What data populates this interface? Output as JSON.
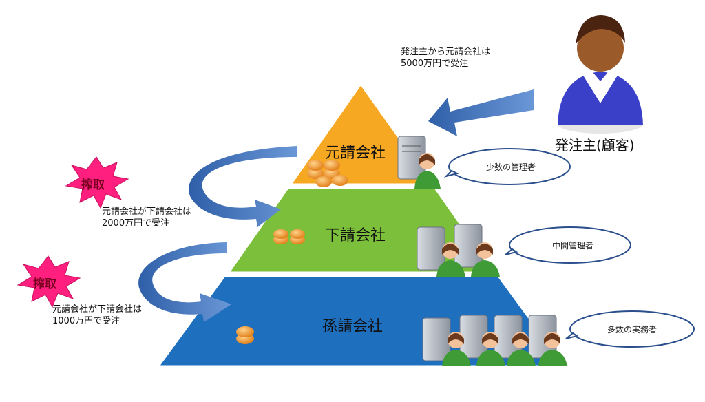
{
  "tiers": {
    "top": "元請会社",
    "middle": "下請会社",
    "bottom": "孫請会社"
  },
  "client": {
    "label": "発注主(顧客)",
    "order_note_line1": "発注主から元請会社は",
    "order_note_line2": "5000万円で受注"
  },
  "arrow_notes": {
    "to_middle_line1": "元請会社が下請会社は",
    "to_middle_line2": "2000万円で受注",
    "to_bottom_line1": "元請会社が下請会社は",
    "to_bottom_line2": "1000万円で受注"
  },
  "exploitation_label": "搾取",
  "bubbles": {
    "top": "少数の管理者",
    "middle": "中間管理者",
    "bottom": "多数の実務者"
  },
  "colors": {
    "top_tier": "#f7a823",
    "middle_tier": "#7cbf3a",
    "bottom_tier": "#1f6fbf",
    "arrow": "#4a7cc0",
    "star": "#ff1f7f",
    "client_shirt": "#3b40c8"
  }
}
